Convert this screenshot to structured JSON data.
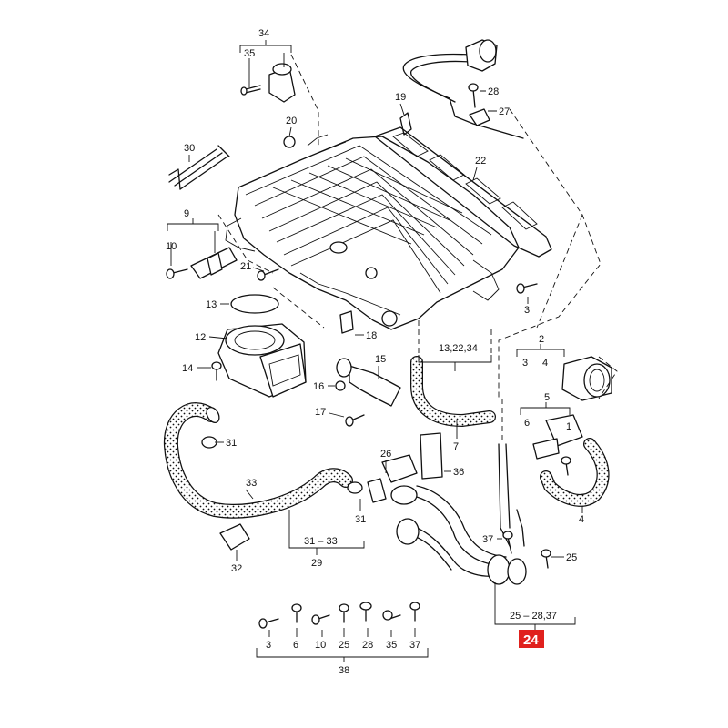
{
  "labels": {
    "l34": "34",
    "l35": "35",
    "l19": "19",
    "l20": "20",
    "l30": "30",
    "l28a": "28",
    "l27": "27",
    "l22": "22",
    "l9": "9",
    "l10a": "10",
    "l21": "21",
    "l13": "13",
    "l12": "12",
    "l14": "14",
    "l18": "18",
    "l15": "15",
    "l16": "16",
    "l17": "17",
    "l3a": "3",
    "l13_22_34": "13,22,34",
    "l2": "2",
    "l3b": "3",
    "l4a": "4",
    "l5": "5",
    "l6a": "6",
    "l7": "7",
    "l1": "1",
    "l4b": "4",
    "l31a": "31",
    "l33": "33",
    "l26": "26",
    "l36": "36",
    "l31b": "31",
    "l37a": "37",
    "l25a": "25",
    "l31_33": "31 – 33",
    "l29": "29",
    "l32": "32",
    "l25_28_37": "25 – 28,37",
    "l24": "24",
    "b3": "3",
    "b6": "6",
    "b10": "10",
    "b25": "25",
    "b28": "28",
    "b35": "35",
    "b37": "37",
    "l38": "38"
  },
  "highlight_color": "#e0211d"
}
